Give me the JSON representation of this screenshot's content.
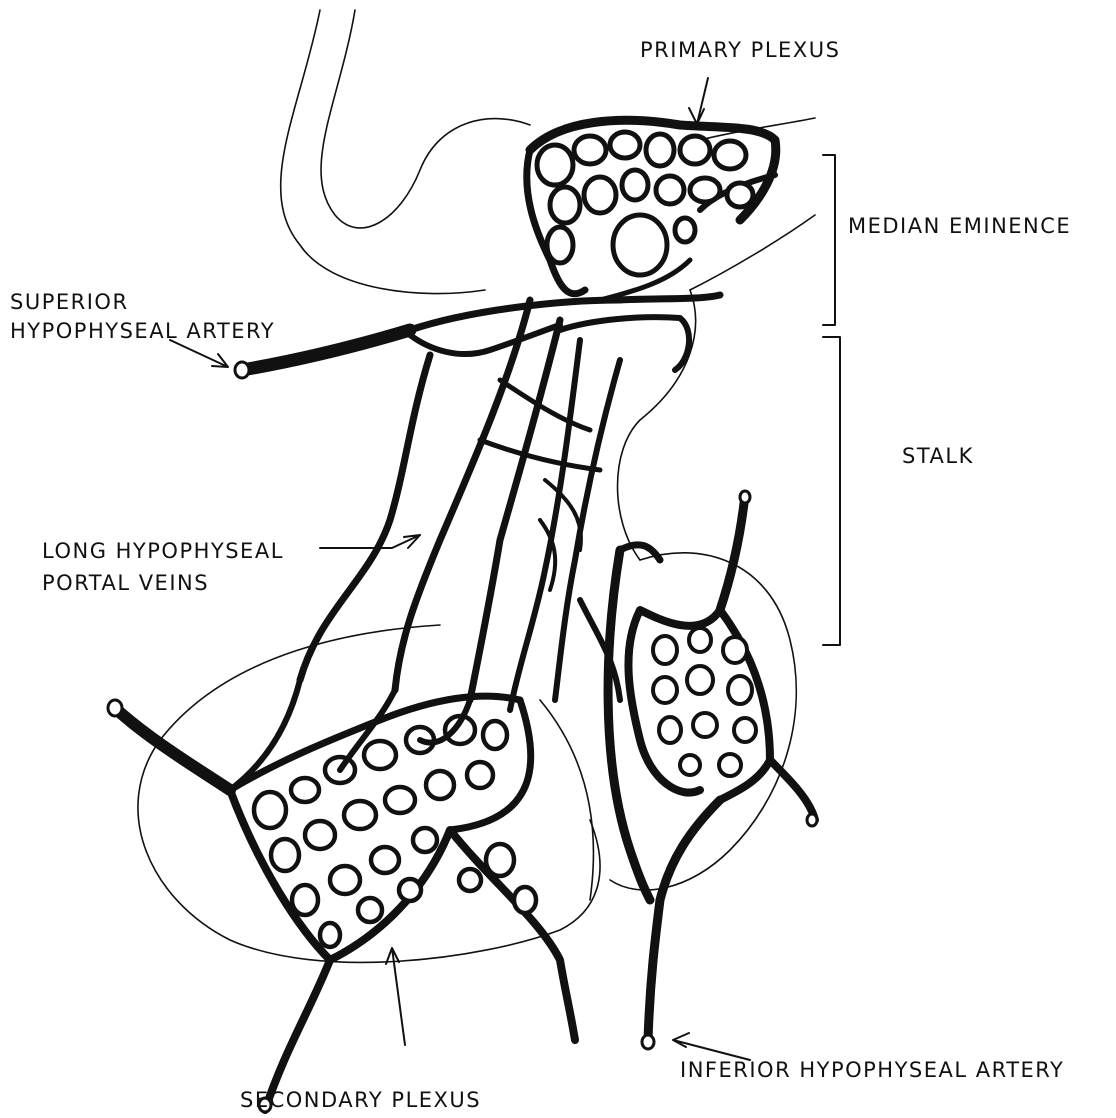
{
  "labels": {
    "primary_plexus": "PRIMARY PLEXUS",
    "median_eminence": "MEDIAN EMINENCE",
    "superior_line1": "SUPERIOR",
    "superior_line2": "HYPOPHYSEAL ARTERY",
    "stalk": "STALK",
    "long_line1": "LONG HYPOPHYSEAL",
    "long_line2": "PORTAL VEINS",
    "inferior": "INFERIOR HYPOPHYSEAL ARTERY",
    "secondary": "SECONDARY PLEXUS"
  },
  "colors": {
    "ink": "#111111",
    "paper": "#ffffff"
  }
}
